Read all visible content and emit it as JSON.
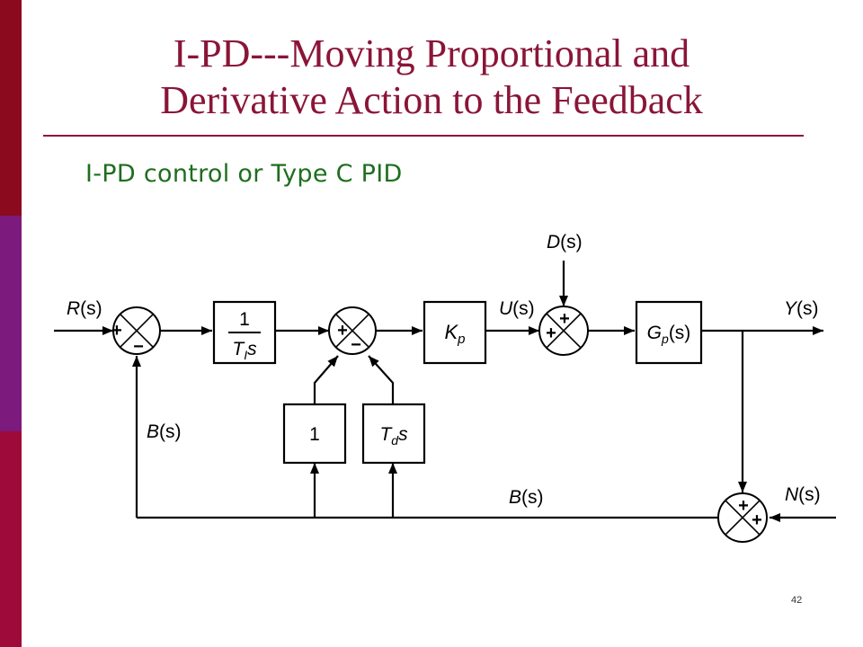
{
  "slide": {
    "title_line1": "I-PD---Moving Proportional and",
    "title_line2": "Derivative Action to the Feedback",
    "subtitle": "I-PD control or Type C PID",
    "page_number": "42"
  },
  "colors": {
    "title": "#8a1538",
    "subtitle": "#1e6e1e",
    "sidebar_top": "#8b0a1e",
    "sidebar_mid": "#7d1a7d",
    "sidebar_bottom": "#9e0a3a"
  },
  "diagram": {
    "signals": {
      "R": {
        "main": "R",
        "paren": "(s)"
      },
      "D": {
        "main": "D",
        "paren": "(s)"
      },
      "U": {
        "main": "U",
        "paren": "(s)"
      },
      "Y": {
        "main": "Y",
        "paren": "(s)"
      },
      "B_left": {
        "main": "B",
        "paren": "(s)"
      },
      "B_bottom": {
        "main": "B",
        "paren": "(s)"
      },
      "N": {
        "main": "N",
        "paren": "(s)"
      }
    },
    "blocks": {
      "integrator": {
        "numerator": "1",
        "den_main": "T",
        "den_sub": "I",
        "den_tail": "s"
      },
      "gain": {
        "main": "K",
        "sub": "p"
      },
      "plant": {
        "main": "G",
        "sub": "p",
        "tail": "(s)"
      },
      "unity": {
        "label": "1"
      },
      "derivative": {
        "main": "T",
        "sub": "d",
        "tail": "s"
      }
    },
    "signs": {
      "plus": "+",
      "minus": "−"
    }
  }
}
